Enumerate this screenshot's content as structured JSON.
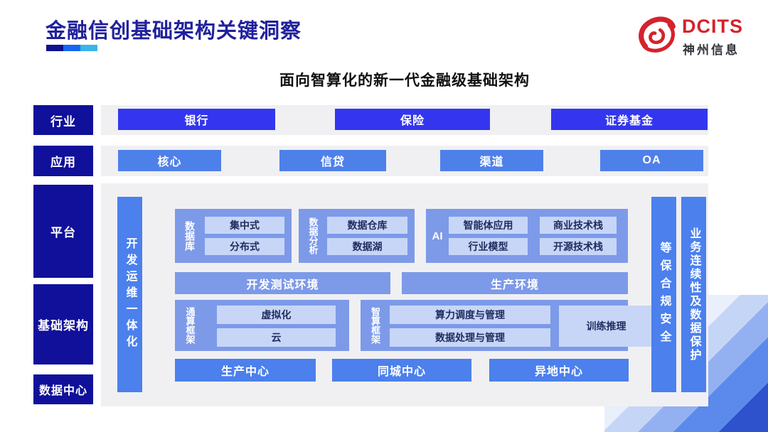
{
  "header": {
    "title": "金融信创基础架构关键洞察",
    "logo": {
      "brand": "DCITS",
      "company": "神州信息"
    }
  },
  "subtitle": "面向智算化的新一代金融级基础架构",
  "sidebar": {
    "items": [
      {
        "label": "行业"
      },
      {
        "label": "应用"
      },
      {
        "label": "平台"
      },
      {
        "label": "基础架构"
      },
      {
        "label": "数据中心"
      }
    ]
  },
  "industry_row": {
    "items": [
      "银行",
      "保险",
      "证券基金"
    ]
  },
  "application_row": {
    "items": [
      "核心",
      "信贷",
      "渠道",
      "OA"
    ]
  },
  "platform": {
    "devops_bar": "开发运维一体化",
    "database_group": {
      "label": "数据库",
      "items": [
        "集中式",
        "分布式"
      ]
    },
    "analytics_group": {
      "label": "数据分析",
      "items": [
        "数据仓库",
        "数据湖"
      ]
    },
    "ai_group": {
      "label": "AI",
      "items": [
        "智能体应用",
        "商业技术栈",
        "行业模型",
        "开源技术栈"
      ]
    },
    "environments": [
      "开发测试环境",
      "生产环境"
    ],
    "general_framework": {
      "label": "通算框架",
      "items": [
        "虚拟化",
        "云"
      ]
    },
    "intelligent_framework": {
      "label": "智算框架",
      "items": [
        "算力调度与管理",
        "数据处理与管理"
      ],
      "side_box": "训练推理"
    },
    "centers": [
      "生产中心",
      "同城中心",
      "异地中心"
    ],
    "right_bars": [
      "等保合规安全",
      "业务连续性及数据保护"
    ]
  },
  "colors": {
    "title_navy": "#21219d",
    "sidebar_navy": "#10109b",
    "industry_blue": "#3336ee",
    "application_blue": "#4e80ea",
    "bar_blue": "#4b80ed",
    "group_blue": "#7d9ae9",
    "inner_light_blue": "#c7d6f7",
    "band_gray": "#f0f0f3",
    "logo_red": "#d5222d",
    "underline": [
      "#101090",
      "#1567f0",
      "#38b5e6"
    ]
  }
}
